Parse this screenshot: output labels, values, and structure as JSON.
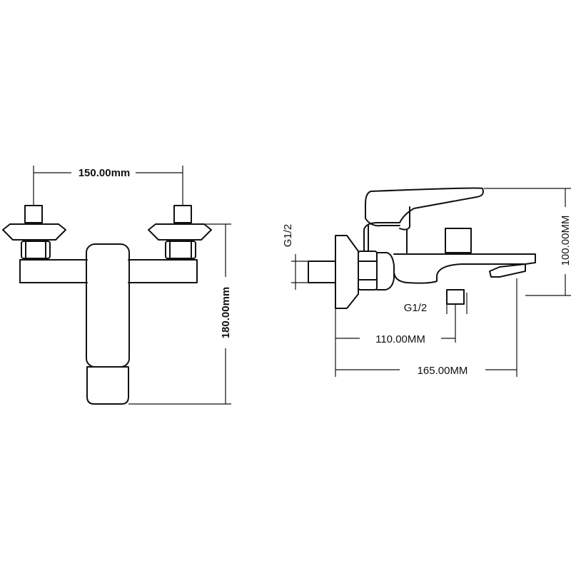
{
  "front_view": {
    "width_label": "150.00mm",
    "height_label": "180.00mm"
  },
  "side_view": {
    "inlet_thread_label": "G1/2",
    "outlet_thread_label": "G1/2",
    "height_label": "100.00MM",
    "depth_short_label": "110.00MM",
    "depth_long_label": "165.00MM"
  }
}
